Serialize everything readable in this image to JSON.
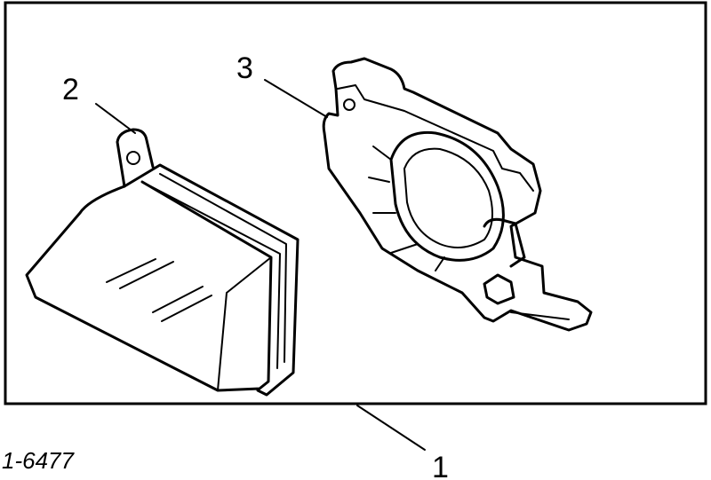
{
  "callouts": {
    "frame": "1",
    "lamp": "2",
    "bracket": "3"
  },
  "part_number": "1-6477",
  "colors": {
    "ink": "#000000",
    "paper": "#ffffff"
  }
}
